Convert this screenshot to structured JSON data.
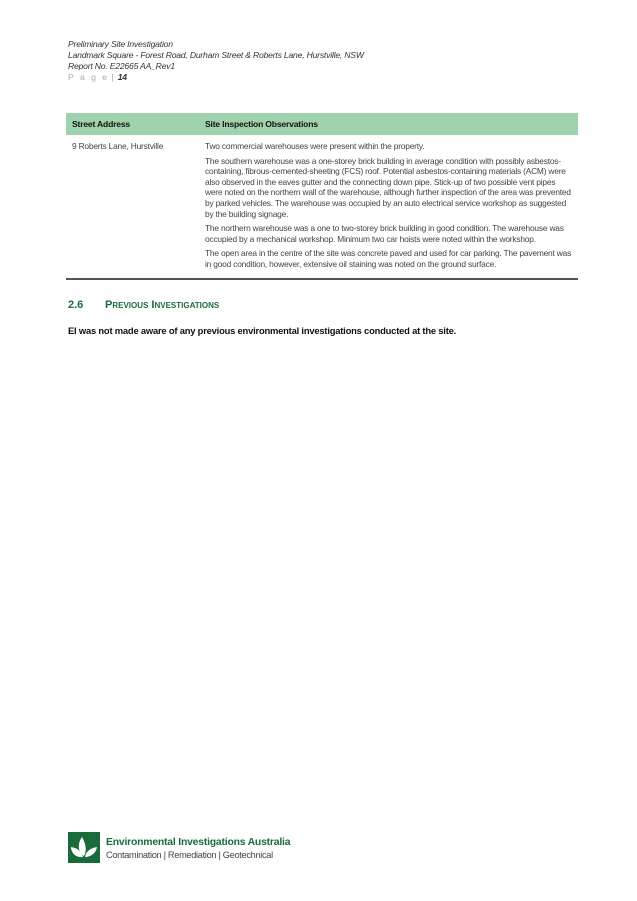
{
  "header": {
    "line1": "Preliminary Site Investigation",
    "line2": "Landmark Square - Forest Road, Durham Street & Roberts Lane, Hurstville, NSW",
    "line3": "Report No. E22665 AA_Rev1",
    "page_label": "P a g e",
    "page_number": "14"
  },
  "table": {
    "headers": [
      "Street Address",
      "Site Inspection Observations"
    ],
    "rows": [
      {
        "address": "9 Roberts Lane, Hurstville",
        "paragraphs": [
          "Two commercial warehouses were present within the property.",
          "The southern warehouse was a one-storey brick building in average condition with possibly asbestos-containing, fibrous-cemented-sheeting (FCS) roof. Potential asbestos-containing materials (ACM) were also observed in the eaves gutter and the connecting down pipe. Stick-up of two possible vent pipes were noted on the northern wall of the warehouse, although further inspection of the area was prevented by parked vehicles. The warehouse was occupied by an auto electrical service workshop as suggested by the building signage.",
          "The northern warehouse was a one to two-storey brick building in good condition. The warehouse was occupied by a mechanical workshop. Minimum two car hoists were noted within the workshop.",
          "The open area in the centre of the site was concrete paved and used for car parking. The pavement was in good condition, however, extensive oil staining was noted on the ground surface."
        ]
      }
    ]
  },
  "section": {
    "number": "2.6",
    "title": "Previous Investigations",
    "body": "EI was not made aware of any previous environmental investigations conducted at the site."
  },
  "footer": {
    "company": "Environmental Investigations Australia",
    "tagline": "Contamination | Remediation | Geotechnical"
  },
  "colors": {
    "brand_green": "#1a6b3c",
    "table_header": "#9fd3ad"
  }
}
